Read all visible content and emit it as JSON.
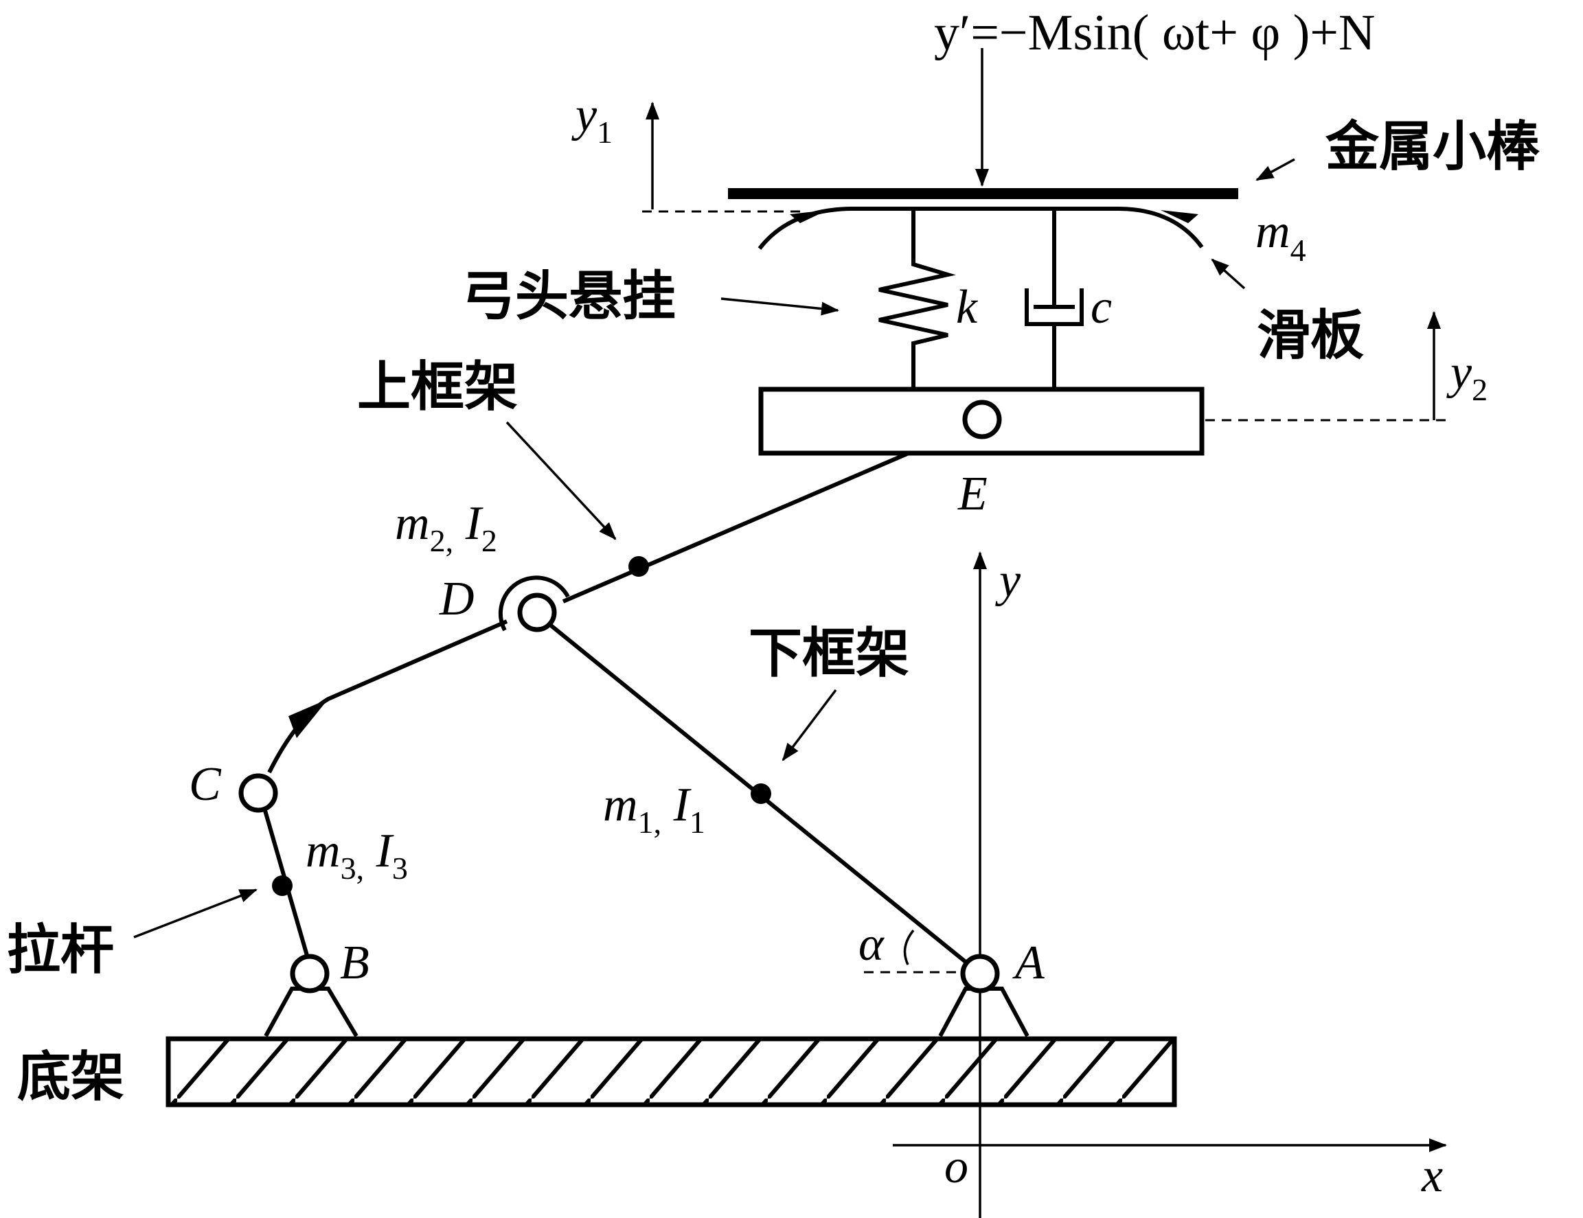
{
  "force_label": "y′=−Msin( ωt+ φ )+N",
  "labels": {
    "metal_rod": "金属小棒",
    "slide_plate": "滑板",
    "suspension": "弓头悬挂",
    "upper_frame": "上框架",
    "lower_frame": "下框架",
    "pull_rod": "拉杆",
    "base": "底架"
  },
  "symbols": {
    "y1": {
      "main": "y",
      "sub": "1"
    },
    "y2": {
      "main": "y",
      "sub": "2"
    },
    "m4": {
      "main": "m",
      "sub": "4"
    },
    "k": "k",
    "c": "c",
    "E": "E",
    "D": "D",
    "C": "C",
    "B": "B",
    "A": "A",
    "alpha": "α",
    "m2I2": {
      "m": "m",
      "m_sub": "2,",
      "i": " I",
      "i_sub": "2"
    },
    "m1I1": {
      "m": "m",
      "m_sub": "1,",
      "i": " I",
      "i_sub": "1"
    },
    "m3I3": {
      "m": "m",
      "m_sub": "3,",
      "i": " I",
      "i_sub": "3"
    }
  },
  "axes": {
    "x": "x",
    "y": "y",
    "origin": "o"
  }
}
